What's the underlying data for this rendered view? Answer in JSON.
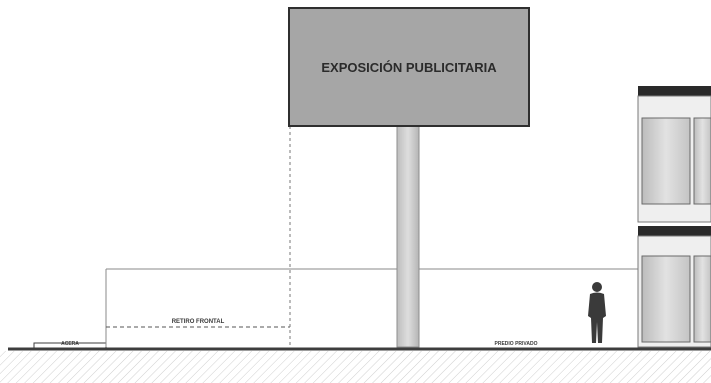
{
  "billboard": {
    "title": "EXPOSICIÓN PUBLICITARIA"
  },
  "labels": {
    "retiro_frontal": "RETIRO FRONTAL",
    "acera": "ACERA",
    "predio_privado": "PREDIO PRIVADO"
  },
  "colors": {
    "billboard_fill": "#a6a6a6",
    "billboard_stroke": "#2f2f2f",
    "pole_fill": "#cfcfcf",
    "ground_line": "#3d3d3d",
    "hatch": "#c9c9c9",
    "building_dark": "#2a2a2a",
    "window_fill": "#d4d4d4",
    "person_fill": "#3a3a3a"
  }
}
